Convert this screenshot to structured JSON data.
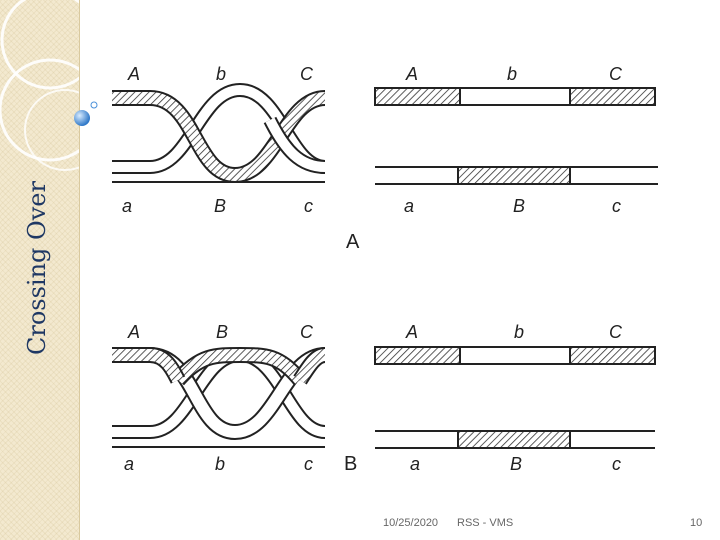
{
  "slide": {
    "title": "Crossing Over",
    "footer_date": "10/25/2020",
    "footer_text": "RSS - VMS",
    "page_number": "10"
  },
  "diagram": {
    "panels": [
      {
        "panel_label": "A",
        "crossover_top_labels": [
          "A",
          "b",
          "C"
        ],
        "crossover_bottom_labels": [
          "a",
          "B",
          "c"
        ],
        "result_top_labels": [
          "A",
          "b",
          "C"
        ],
        "result_bottom_labels": [
          "a",
          "B",
          "c"
        ]
      },
      {
        "panel_label": "B",
        "crossover_top_labels": [
          "A",
          "B",
          "C"
        ],
        "crossover_bottom_labels": [
          "a",
          "b",
          "c"
        ],
        "result_top_labels": [
          "A",
          "b",
          "C"
        ],
        "result_bottom_labels": [
          "a",
          "B",
          "c"
        ]
      }
    ]
  },
  "colors": {
    "sidebar": "#f3e9cf",
    "title": "#1f3864",
    "decor_circle": "#4a90d9"
  }
}
